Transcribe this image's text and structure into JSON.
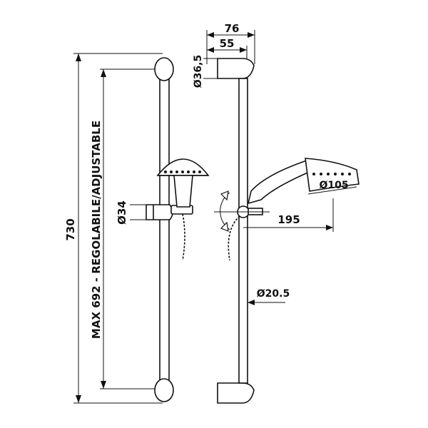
{
  "dimensions": {
    "total_height": "730",
    "adjustable_range": "MAX 692 - REGOLABILE/ADJUSTABLE",
    "bracket_width": "76",
    "bracket_center": "55",
    "bracket_diameter": "Ø36,5",
    "slider_diameter": "Ø34",
    "head_diameter": "Ø105",
    "arm_length": "195",
    "bar_diameter": "Ø20.5"
  }
}
